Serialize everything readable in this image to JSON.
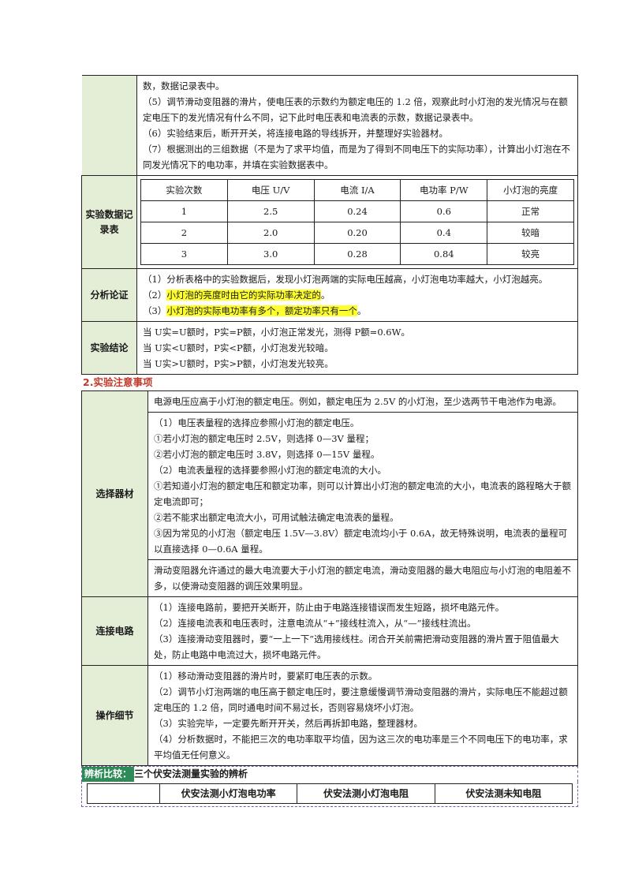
{
  "top": {
    "lines": [
      "数，数据记录表中。",
      "（5）调节滑动变阻器的滑片，使电压表的示数约为额定电压的 1.2 倍，观察此时小灯泡的发光情况与在额定电压下的发光情况有什么不同，记下此时电压表和电流表的示数，数据记录表中。",
      "（6）实验结束后，断开开关，将连接电路的导线拆开，并整理好实验器材。",
      "（7）根据测出的三组数据（不是为了求平均值，而是为了得到不同电压下的实际功率），计算出小灯泡在不同发光情况下的电功率，并填在实验数据表中。"
    ]
  },
  "record": {
    "label": "实验数据记录表",
    "headers": [
      "实验次数",
      "电压 U/V",
      "电流 I/A",
      "电功率 P/W",
      "小灯泡的亮度"
    ],
    "rows": [
      [
        "1",
        "2.5",
        "0.24",
        "0.6",
        "正常"
      ],
      [
        "2",
        "2.0",
        "0.20",
        "0.4",
        "较暗"
      ],
      [
        "3",
        "3.0",
        "0.28",
        "0.84",
        "较亮"
      ]
    ]
  },
  "analysis": {
    "label": "分析论证",
    "line1": "（1）分析表格中的实验数据后，发现小灯泡两端的实际电压越高，小灯泡电功率越大，小灯泡越亮。",
    "line2_prefix": "（2）",
    "line2_hl": "小灯泡的亮度时由它的实际功率决定的",
    "line2_suffix": "。",
    "line3_prefix": "（3）",
    "line3_hl": "小灯泡的实际电功率有多个，额定功率只有一个",
    "line3_suffix": "。"
  },
  "conclusion": {
    "label": "实验结论",
    "lines": [
      "当 U实=U额时，P实=P额，小灯泡正常发光，测得 P额=0.6W。",
      "当 U实<U额时，P实<P额，小灯泡发光较暗。",
      "当 U实>U额时，P实>P额，小灯泡发光较亮。"
    ]
  },
  "section2_title": "2.实验注意事项",
  "equipment": {
    "label": "选择器材",
    "block1": "电源电压应高于小灯泡的额定电压。例如，额定电压为 2.5V 的小灯泡，至少选两节干电池作为电源。",
    "block2": [
      "（1）电压表量程的选择应参照小灯泡的额定电压。",
      "①若小灯泡的额定电压时 2.5V，则选择 0—3V 量程；",
      "②若小灯泡的额定电压时 3.8V，则选择 0—15V 量程。",
      "（2）电流表量程的选择要参照小灯泡的额定电流的大小。",
      "①若知道小灯泡的额定电压和额定功率，则可以计算出小灯泡的额定电流的大小，电流表的路程略大于额定电流即可；",
      "②若不能求出额定电流大小，可用试触法确定电流表的量程。",
      "③因为常见的小灯泡（额定电压 1.5V—3.8V）额定电流均小于 0.6A，故无特殊说明，电流表的量程可以直接选择 0—0.6A 量程。"
    ],
    "block3": "滑动变阻器允许通过的最大电流要大于小灯泡的额定电流，滑动变阻器的最大电阻应与小灯泡的电阻差不多，以使滑动变阻器的调压效果明显。"
  },
  "wiring": {
    "label": "连接电路",
    "lines": [
      "（1）连接电路前，要把开关断开，防止由于电路连接错误而发生短路，损坏电路元件。",
      "（2）连接电流表和电压表时，注意电流从“+”接线柱流入，从“—”接线柱流出。",
      "（3）连接滑动变阻器时，要“一上一下”选用接线柱。闭合开关前需把滑动变阻器的滑片置于阻值最大处，防止电路中电流过大，损坏电路元件。"
    ]
  },
  "operation": {
    "label": "操作细节",
    "lines": [
      "（1）移动滑动变阻器的滑片时，要紧盯电压表的示数。",
      "（2）调节小灯泡两端的电压高于额定电压时，要注意缓慢调节滑动变阻器的滑片，实际电压不能超过额定电压的 1.2 倍，同时通电时间不易过长，否则容易烧坏小灯泡。",
      "（3）实验完毕，一定要先断开开关，然后再拆卸电路，整理器材。",
      "（4）分析数据时，不能把三次的电功率取平均值，因为这三次的电功率是三个不同电压下的电功率，求平均值无任何意义。"
    ]
  },
  "compare": {
    "tag": "辨析比较：",
    "title": "三个伏安法测量实验的辨析",
    "headers": [
      "",
      "伏安法测小灯泡电功率",
      "伏安法测小灯泡电阻",
      "伏安法测未知电阻"
    ]
  }
}
